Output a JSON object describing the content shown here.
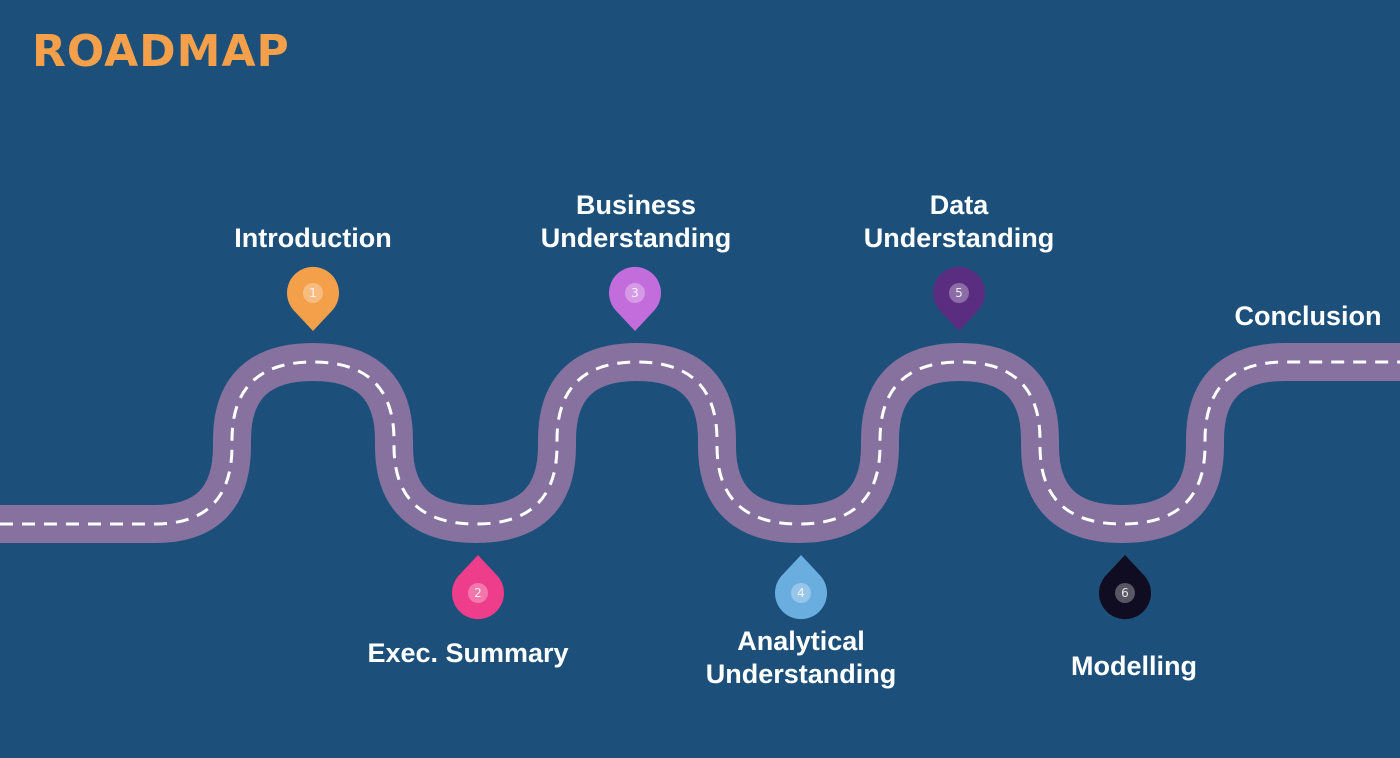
{
  "title": "ROADMAP",
  "colors": {
    "background": "#1c507a",
    "title": "#f4a04a",
    "road": "#86719f",
    "dashes": "#ffffff",
    "label": "#ffffff"
  },
  "steps": [
    {
      "number": "1",
      "label_lines": [
        "Introduction"
      ],
      "color": "#f4a04a"
    },
    {
      "number": "2",
      "label_lines": [
        "Exec. Summary"
      ],
      "color": "#ee3d8a"
    },
    {
      "number": "3",
      "label_lines": [
        "Business",
        "Understanding"
      ],
      "color": "#c36ddc"
    },
    {
      "number": "4",
      "label_lines": [
        "Analytical",
        "Understanding"
      ],
      "color": "#6aaee0"
    },
    {
      "number": "5",
      "label_lines": [
        "Data",
        "Understanding"
      ],
      "color": "#5a2d80"
    },
    {
      "number": "6",
      "label_lines": [
        "Modelling"
      ],
      "color": "#100d22"
    }
  ],
  "end_label": "Conclusion"
}
